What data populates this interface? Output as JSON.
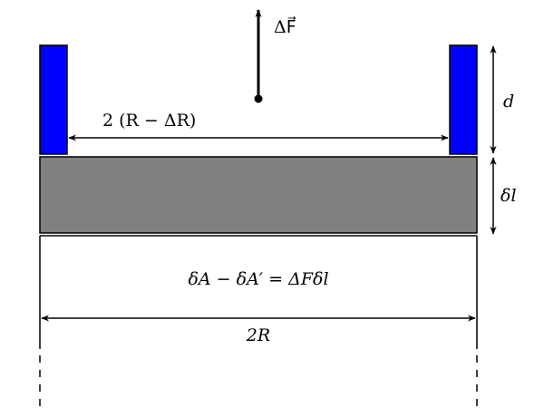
{
  "labels": {
    "force": "ΔF⃗",
    "inner_width": "2 (R − ΔR)",
    "d": "d",
    "delta_l": "δl",
    "equation": "δA − δA′ = ΔFδl",
    "outer_width": "2R"
  },
  "colors": {
    "wall": "#0000ff",
    "slab": "#808080",
    "stroke": "#000000"
  }
}
